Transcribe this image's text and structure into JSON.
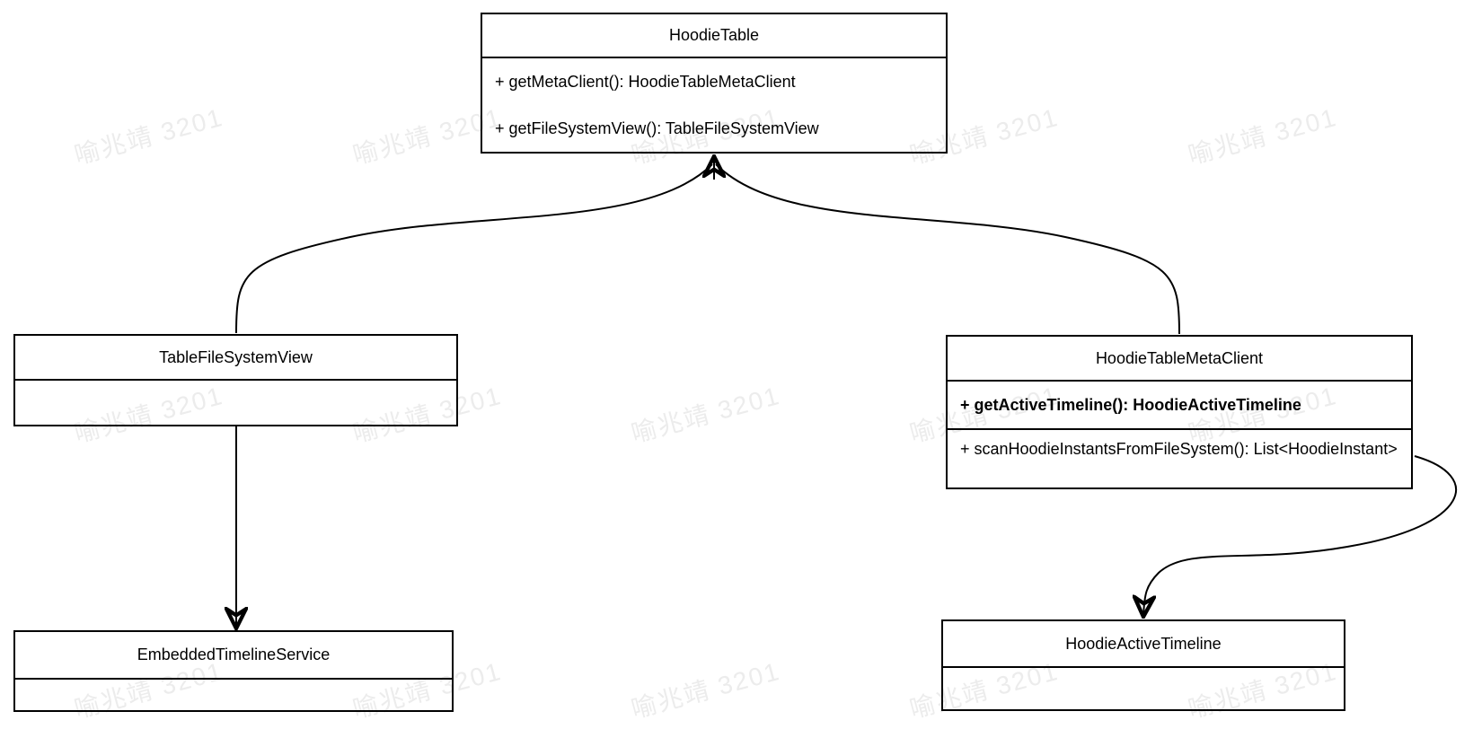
{
  "diagram": {
    "title": "Hoodie table UML class diagram",
    "ink_color": "#000000",
    "background_color": "#ffffff",
    "classes": [
      {
        "id": "hoodie-table",
        "title": "HoodieTable",
        "methods": [
          "+ getMetaClient(): HoodieTableMetaClient",
          "+ getFileSystemView(): TableFileSystemView"
        ]
      },
      {
        "id": "table-file-system-view",
        "title": "TableFileSystemView",
        "methods": []
      },
      {
        "id": "hoodie-table-meta-client",
        "title": "HoodieTableMetaClient",
        "methods": [
          "+ getActiveTimeline(): HoodieActiveTimeline",
          "+ scanHoodieInstantsFromFileSystem(): List<HoodieInstant>"
        ]
      },
      {
        "id": "embedded-timeline-service",
        "title": "EmbeddedTimelineService",
        "methods": []
      },
      {
        "id": "hoodie-active-timeline",
        "title": "HoodieActiveTimeline",
        "methods": []
      }
    ],
    "relationships": [
      {
        "from": "TableFileSystemView",
        "to": "HoodieTable",
        "style": "curved-arrow"
      },
      {
        "from": "HoodieTableMetaClient",
        "to": "HoodieTable",
        "style": "curved-arrow"
      },
      {
        "from": "TableFileSystemView",
        "to": "EmbeddedTimelineService",
        "style": "straight-arrow"
      },
      {
        "from": "HoodieTableMetaClient",
        "to": "HoodieActiveTimeline",
        "style": "curved-arrow"
      }
    ],
    "watermark": {
      "text": "喻兆靖 3201",
      "color": "#ececec"
    }
  }
}
